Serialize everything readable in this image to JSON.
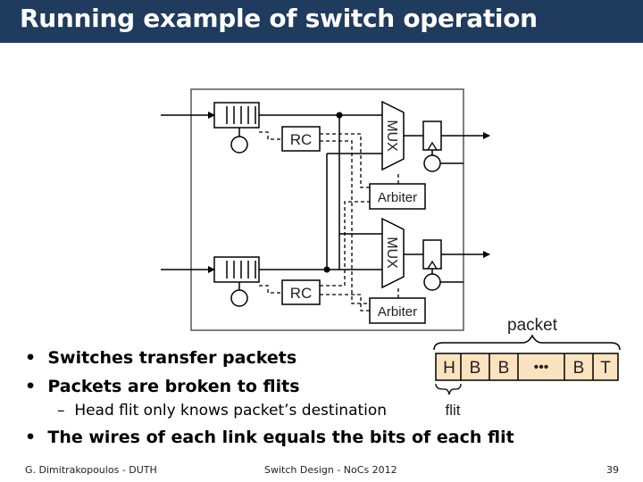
{
  "slide": {
    "title": "Running example of switch operation"
  },
  "diagram": {
    "rc_label": "RC",
    "mux_label": "MUX",
    "arbiter_label": "Arbiter",
    "packet_label": "packet",
    "flit_label": "flit",
    "flits": [
      "H",
      "B",
      "B",
      "•••",
      "B",
      "T"
    ]
  },
  "bullets": {
    "item1": "Switches transfer packets",
    "item2": "Packets are broken to flits",
    "sub1": "Head flit only knows packet’s destination",
    "item3": "The wires of each link equals the bits of each flit"
  },
  "footer": {
    "author": "G. Dimitrakopoulos - DUTH",
    "course": "Switch Design - NoCs 2012",
    "page": "39"
  },
  "colors": {
    "title_bar": "#1f3b5e",
    "flit_fill": "#fce3bf"
  }
}
